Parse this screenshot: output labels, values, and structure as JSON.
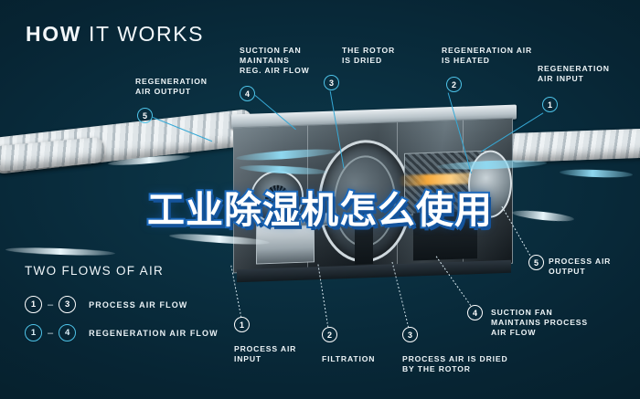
{
  "headline": {
    "bold": "HOW",
    "light": "IT WORKS"
  },
  "overlay_text": "工业除湿机怎么使用",
  "legend": {
    "title": "TWO FLOWS OF AIR",
    "rows": [
      {
        "from": "1",
        "dash": "–",
        "to": "3",
        "label": "PROCESS AIR FLOW",
        "style": "white"
      },
      {
        "from": "1",
        "dash": "–",
        "to": "4",
        "label": "REGENERATION AIR FLOW",
        "style": "cyan"
      }
    ]
  },
  "callouts": [
    {
      "num": "5",
      "text": "REGENERATION\nAIR OUTPUT",
      "style": "cyan"
    },
    {
      "num": "4",
      "text": "SUCTION FAN\nMAINTAINS\nREG. AIR FLOW",
      "style": "cyan"
    },
    {
      "num": "3",
      "text": "THE ROTOR\nIS DRIED",
      "style": "cyan"
    },
    {
      "num": "2",
      "text": "REGENERATION AIR\nIS HEATED",
      "style": "cyan"
    },
    {
      "num": "1",
      "text": "REGENERATION\nAIR INPUT",
      "style": "cyan"
    },
    {
      "num": "5",
      "text": "PROCESS AIR\nOUTPUT",
      "style": "white"
    },
    {
      "num": "4",
      "text": "SUCTION FAN\nMAINTAINS PROCESS\nAIR FLOW",
      "style": "white"
    },
    {
      "num": "3",
      "text": "PROCESS AIR IS DRIED\nBY THE ROTOR",
      "style": "white"
    },
    {
      "num": "2",
      "text": "FILTRATION",
      "style": "white"
    },
    {
      "num": "1",
      "text": "PROCESS AIR\nINPUT",
      "style": "white"
    }
  ],
  "colors": {
    "background": "#072534",
    "accent_cyan": "#4ec3e8",
    "leader_cyan": "#36a9d6",
    "text_white": "#eef5f8",
    "overlay_outline": "#1f6fc4"
  }
}
